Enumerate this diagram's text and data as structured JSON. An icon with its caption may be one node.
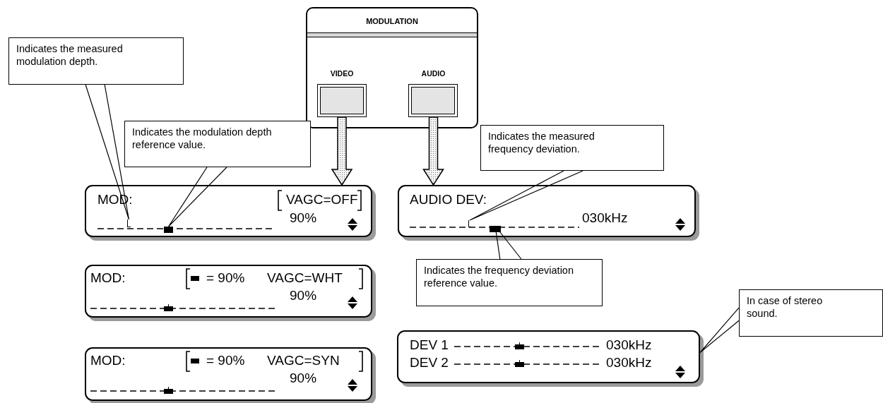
{
  "diagram": {
    "nodes": [
      {
        "text": [
          "MODULATION"
        ]
      },
      {
        "text": [
          "VIDEO"
        ],
        "in": 0
      },
      {
        "text": [
          "AUDIO"
        ],
        "in": 0
      },
      {
        "text": [
          "Indicates the measured modulation depth."
        ]
      },
      {
        "text": [
          "Indicates the modulation depth reference value."
        ]
      },
      {
        "text": [
          "MOD:",
          "VAGC=OFF",
          "90%"
        ]
      },
      {
        "text": [],
        "shape": "bar",
        "in": 5
      },
      {
        "text": [],
        "shape": "box",
        "in": 5
      },
      {
        "text": [
          "MOD:",
          "= 90%",
          "VAGC=WHT",
          "90%"
        ]
      },
      {
        "text": [
          "MOD:",
          "= 90%",
          "VAGC=SYN",
          "90%"
        ]
      },
      {
        "text": [
          "Indicates the measured frequency deviation."
        ]
      },
      {
        "text": [
          "AUDIO DEV:",
          "030kHz"
        ]
      },
      {
        "text": [],
        "shape": "bar",
        "in": 11
      },
      {
        "text": [],
        "shape": "box",
        "in": 11
      },
      {
        "text": [
          "Indicates the frequency deviation reference value."
        ]
      },
      {
        "text": [
          "In case of stereo sound."
        ]
      },
      {
        "text": [
          "DEV 1",
          "030kHz",
          "DEV 2",
          "030kHz"
        ]
      }
    ],
    "edges": [
      {
        "from": 1,
        "to": 5,
        "arrow": "to"
      },
      {
        "from": 2,
        "to": 11,
        "arrow": "to"
      },
      {
        "from": 3,
        "to": 6,
        "arrow": "none"
      },
      {
        "from": 4,
        "to": 7,
        "arrow": "none"
      },
      {
        "from": 10,
        "to": 12,
        "arrow": "none"
      },
      {
        "from": 14,
        "to": 13,
        "arrow": "none"
      },
      {
        "from": 15,
        "to": 16,
        "arrow": "none"
      }
    ]
  }
}
